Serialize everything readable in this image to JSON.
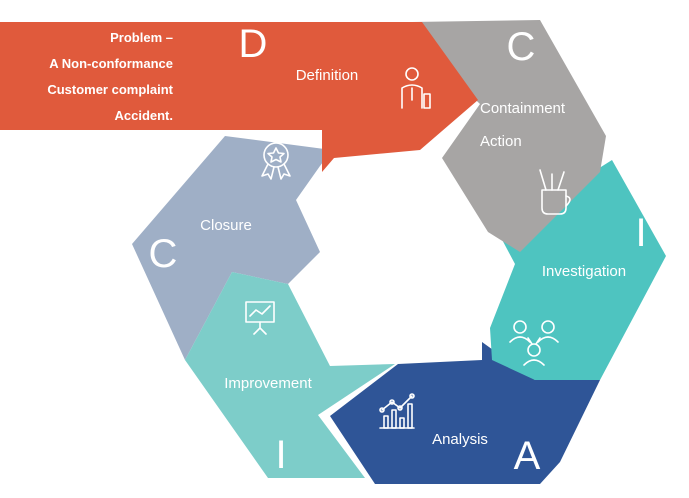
{
  "problem": {
    "lines": [
      "Problem –",
      "A Non-conformance",
      "Customer complaint",
      "Accident."
    ]
  },
  "stages": [
    {
      "letter": "D",
      "label_lines": [
        "Definition"
      ],
      "icon": "person-chart-icon",
      "color": "#e05a3c"
    },
    {
      "letter": "C",
      "label_lines": [
        "Containment",
        "Action"
      ],
      "icon": "pencil-cup-icon",
      "color": "#a7a5a4"
    },
    {
      "letter": "I",
      "label_lines": [
        "Investigation"
      ],
      "icon": "team-icon",
      "color": "#4ec4c0"
    },
    {
      "letter": "A",
      "label_lines": [
        "Analysis"
      ],
      "icon": "bar-chart-icon",
      "color": "#2f5597"
    },
    {
      "letter": "I",
      "label_lines": [
        "Improvement"
      ],
      "icon": "presentation-board-icon",
      "color": "#7dcdc9"
    },
    {
      "letter": "C",
      "label_lines": [
        "Closure"
      ],
      "icon": "award-badge-icon",
      "color": "#9fafc6"
    }
  ]
}
